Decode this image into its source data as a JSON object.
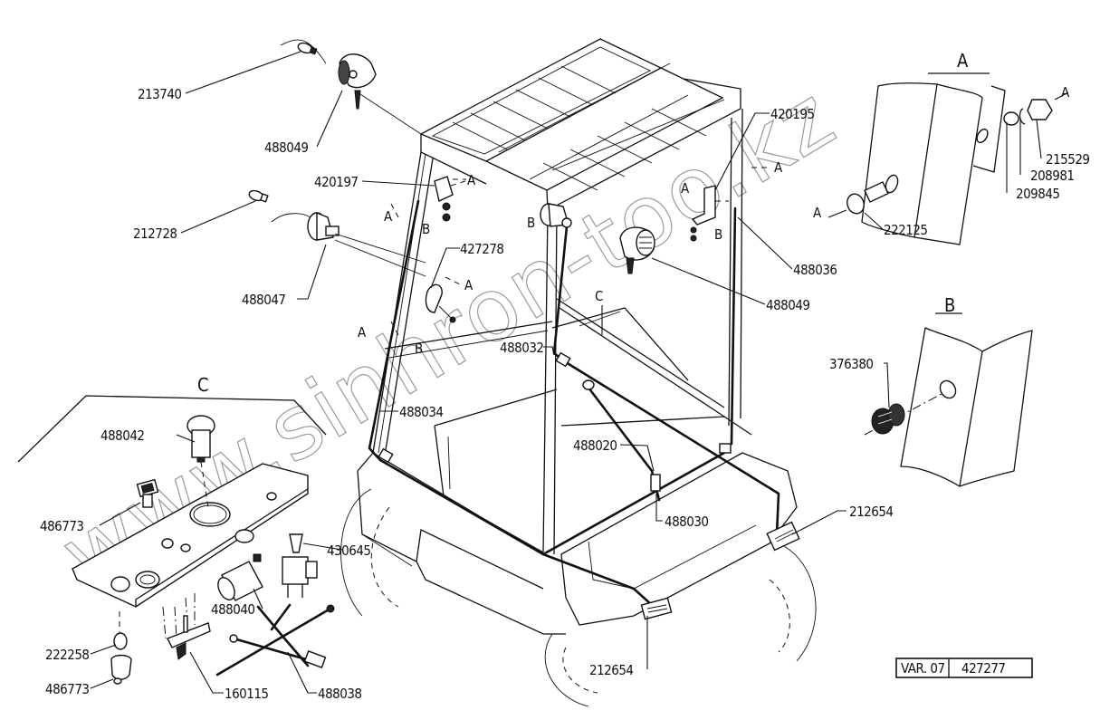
{
  "document": {
    "type": "exploded parts diagram",
    "subject": "forklift cab electrical installation (lights, switches, wiring harness)",
    "watermark": "www.sinhron-too.kz"
  },
  "detail_views": {
    "A": {
      "title": "A",
      "parts": [
        "222125",
        "209845",
        "208981",
        "215529"
      ],
      "arrow_label": "A"
    },
    "B": {
      "title": "B",
      "parts": [
        "376380"
      ]
    },
    "C": {
      "title": "C",
      "parts": [
        "488042",
        "486773",
        "430645",
        "488040",
        "222258",
        "486773",
        "160115",
        "488038"
      ]
    }
  },
  "callouts": {
    "lamp_bulb_top": "213740",
    "work_lamp_top": "488049",
    "bracket_left_top": "420197",
    "lamp_bulb_left": "212728",
    "beacon_left": "488047",
    "bracket_left_mid": "427278",
    "bracket_right_top": "420195",
    "harness_right": "488036",
    "work_lamp_right": "488049",
    "harness_center": "488032",
    "harness_left": "488034",
    "harness_mid": "488020",
    "harness_low": "488030",
    "tail_lamp_right": "212654",
    "tail_lamp_left": "212654",
    "a_bolt": "222125",
    "a_washer": "209845",
    "a_lockwasher": "208981",
    "a_nut": "215529",
    "b_grommet": "376380",
    "c_pushbutton": "488042",
    "c_switch_top": "486773",
    "c_toggle": "430645",
    "c_relay": "488040",
    "c_bulb": "222258",
    "c_lampholder": "486773",
    "c_bracket": "160115",
    "c_harness": "488038"
  },
  "refs": {
    "A": "A",
    "B": "B",
    "C": "C"
  },
  "stamp": {
    "variant": "VAR. 07",
    "drawing_number": "427277"
  }
}
